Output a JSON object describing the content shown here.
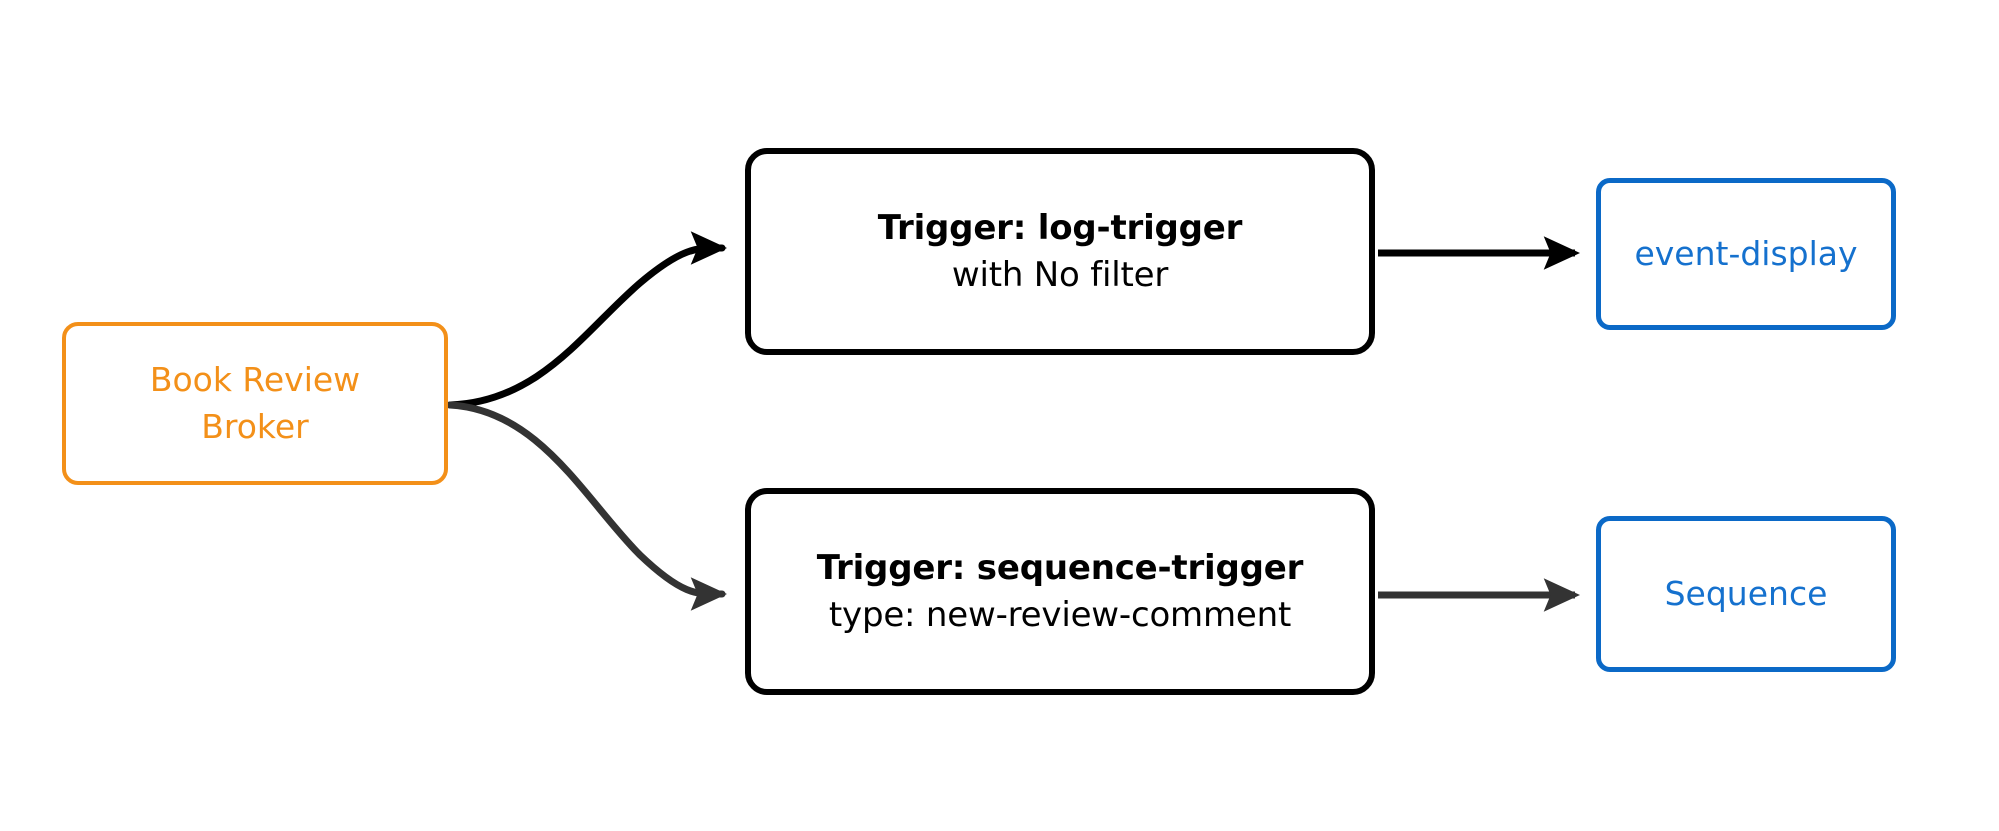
{
  "diagram": {
    "type": "flow-diagram",
    "background_color": "#ffffff",
    "broker": {
      "line1": "Book Review",
      "line2": "Broker",
      "color": "#F39019",
      "shape": "rounded-rect"
    },
    "triggers": [
      {
        "title": "Trigger: log-trigger",
        "subtitle": "with No filter",
        "color": "#000000",
        "shape": "rounded-rect"
      },
      {
        "title": "Trigger: sequence-trigger",
        "subtitle": "type: new-review-comment",
        "color": "#000000",
        "shape": "rounded-rect"
      }
    ],
    "sinks": [
      {
        "label": "event-display",
        "color": "#1571CE",
        "border_color": "#0B69C7",
        "shape": "rounded-rect"
      },
      {
        "label": "Sequence",
        "color": "#1571CE",
        "border_color": "#0B69C7",
        "shape": "rounded-rect"
      }
    ],
    "edges": [
      {
        "from": "Book Review Broker",
        "to": "Trigger: log-trigger",
        "label": "",
        "color": "#000000",
        "style": "curved-arrow"
      },
      {
        "from": "Book Review Broker",
        "to": "Trigger: sequence-trigger",
        "label": "",
        "color": "#333333",
        "style": "curved-arrow"
      },
      {
        "from": "Trigger: log-trigger",
        "to": "event-display",
        "label": "",
        "color": "#000000",
        "style": "straight-arrow"
      },
      {
        "from": "Trigger: sequence-trigger",
        "to": "Sequence",
        "label": "",
        "color": "#333333",
        "style": "straight-arrow"
      }
    ]
  }
}
